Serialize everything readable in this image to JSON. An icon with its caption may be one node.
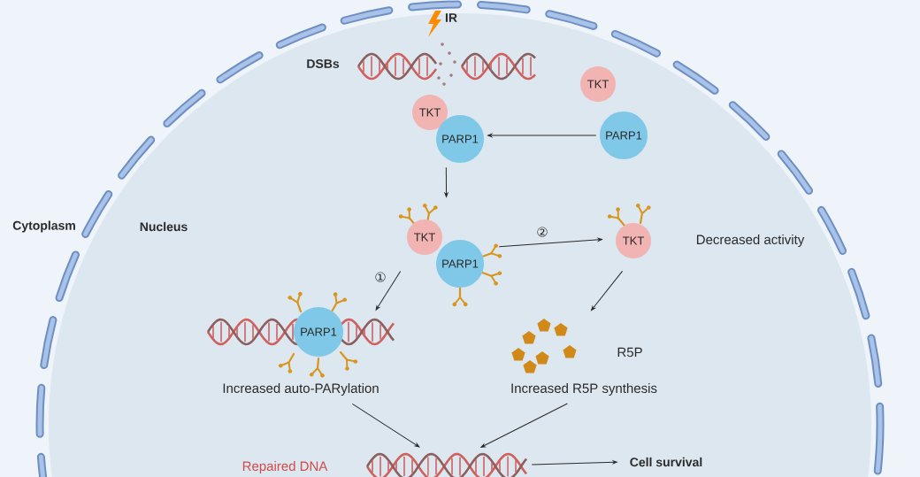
{
  "diagram": {
    "nodes": [
      {
        "text": [
          "TKT"
        ]
      },
      {
        "text": [
          "PARP1"
        ]
      },
      {
        "text": [
          "TKT",
          "PARP1"
        ]
      },
      {
        "text": [
          "TKT",
          "PARP1"
        ]
      },
      {
        "text": [
          "TKT"
        ],
        "beside": [
          "Decreased activity"
        ]
      },
      {
        "text": [
          "PARP1"
        ],
        "beside": [
          "Increased auto-PARylation"
        ]
      },
      {
        "text": [],
        "shape": "picture",
        "beside": [
          "R5P",
          "Increased R5P synthesis"
        ]
      },
      {
        "text": [],
        "shape": "picture",
        "beside": [
          "Repaired DNA"
        ]
      },
      {
        "text": [
          "Cell survival"
        ]
      }
    ],
    "edges": [
      {
        "from": 1,
        "to": 2,
        "arrow": "to"
      },
      {
        "from": 2,
        "to": 3,
        "arrow": "to"
      },
      {
        "from": 3,
        "to": 5,
        "arrow": "to",
        "label": "①"
      },
      {
        "from": 3,
        "to": 4,
        "arrow": "to",
        "label": "②"
      },
      {
        "from": 4,
        "to": 6,
        "arrow": "to"
      },
      {
        "from": 5,
        "to": 7,
        "arrow": "to"
      },
      {
        "from": 6,
        "to": 7,
        "arrow": "to"
      },
      {
        "from": 7,
        "to": 8,
        "arrow": "to"
      }
    ],
    "labels": [
      "IR",
      "DSBs",
      "Cytoplasm",
      "Nucleus"
    ]
  }
}
